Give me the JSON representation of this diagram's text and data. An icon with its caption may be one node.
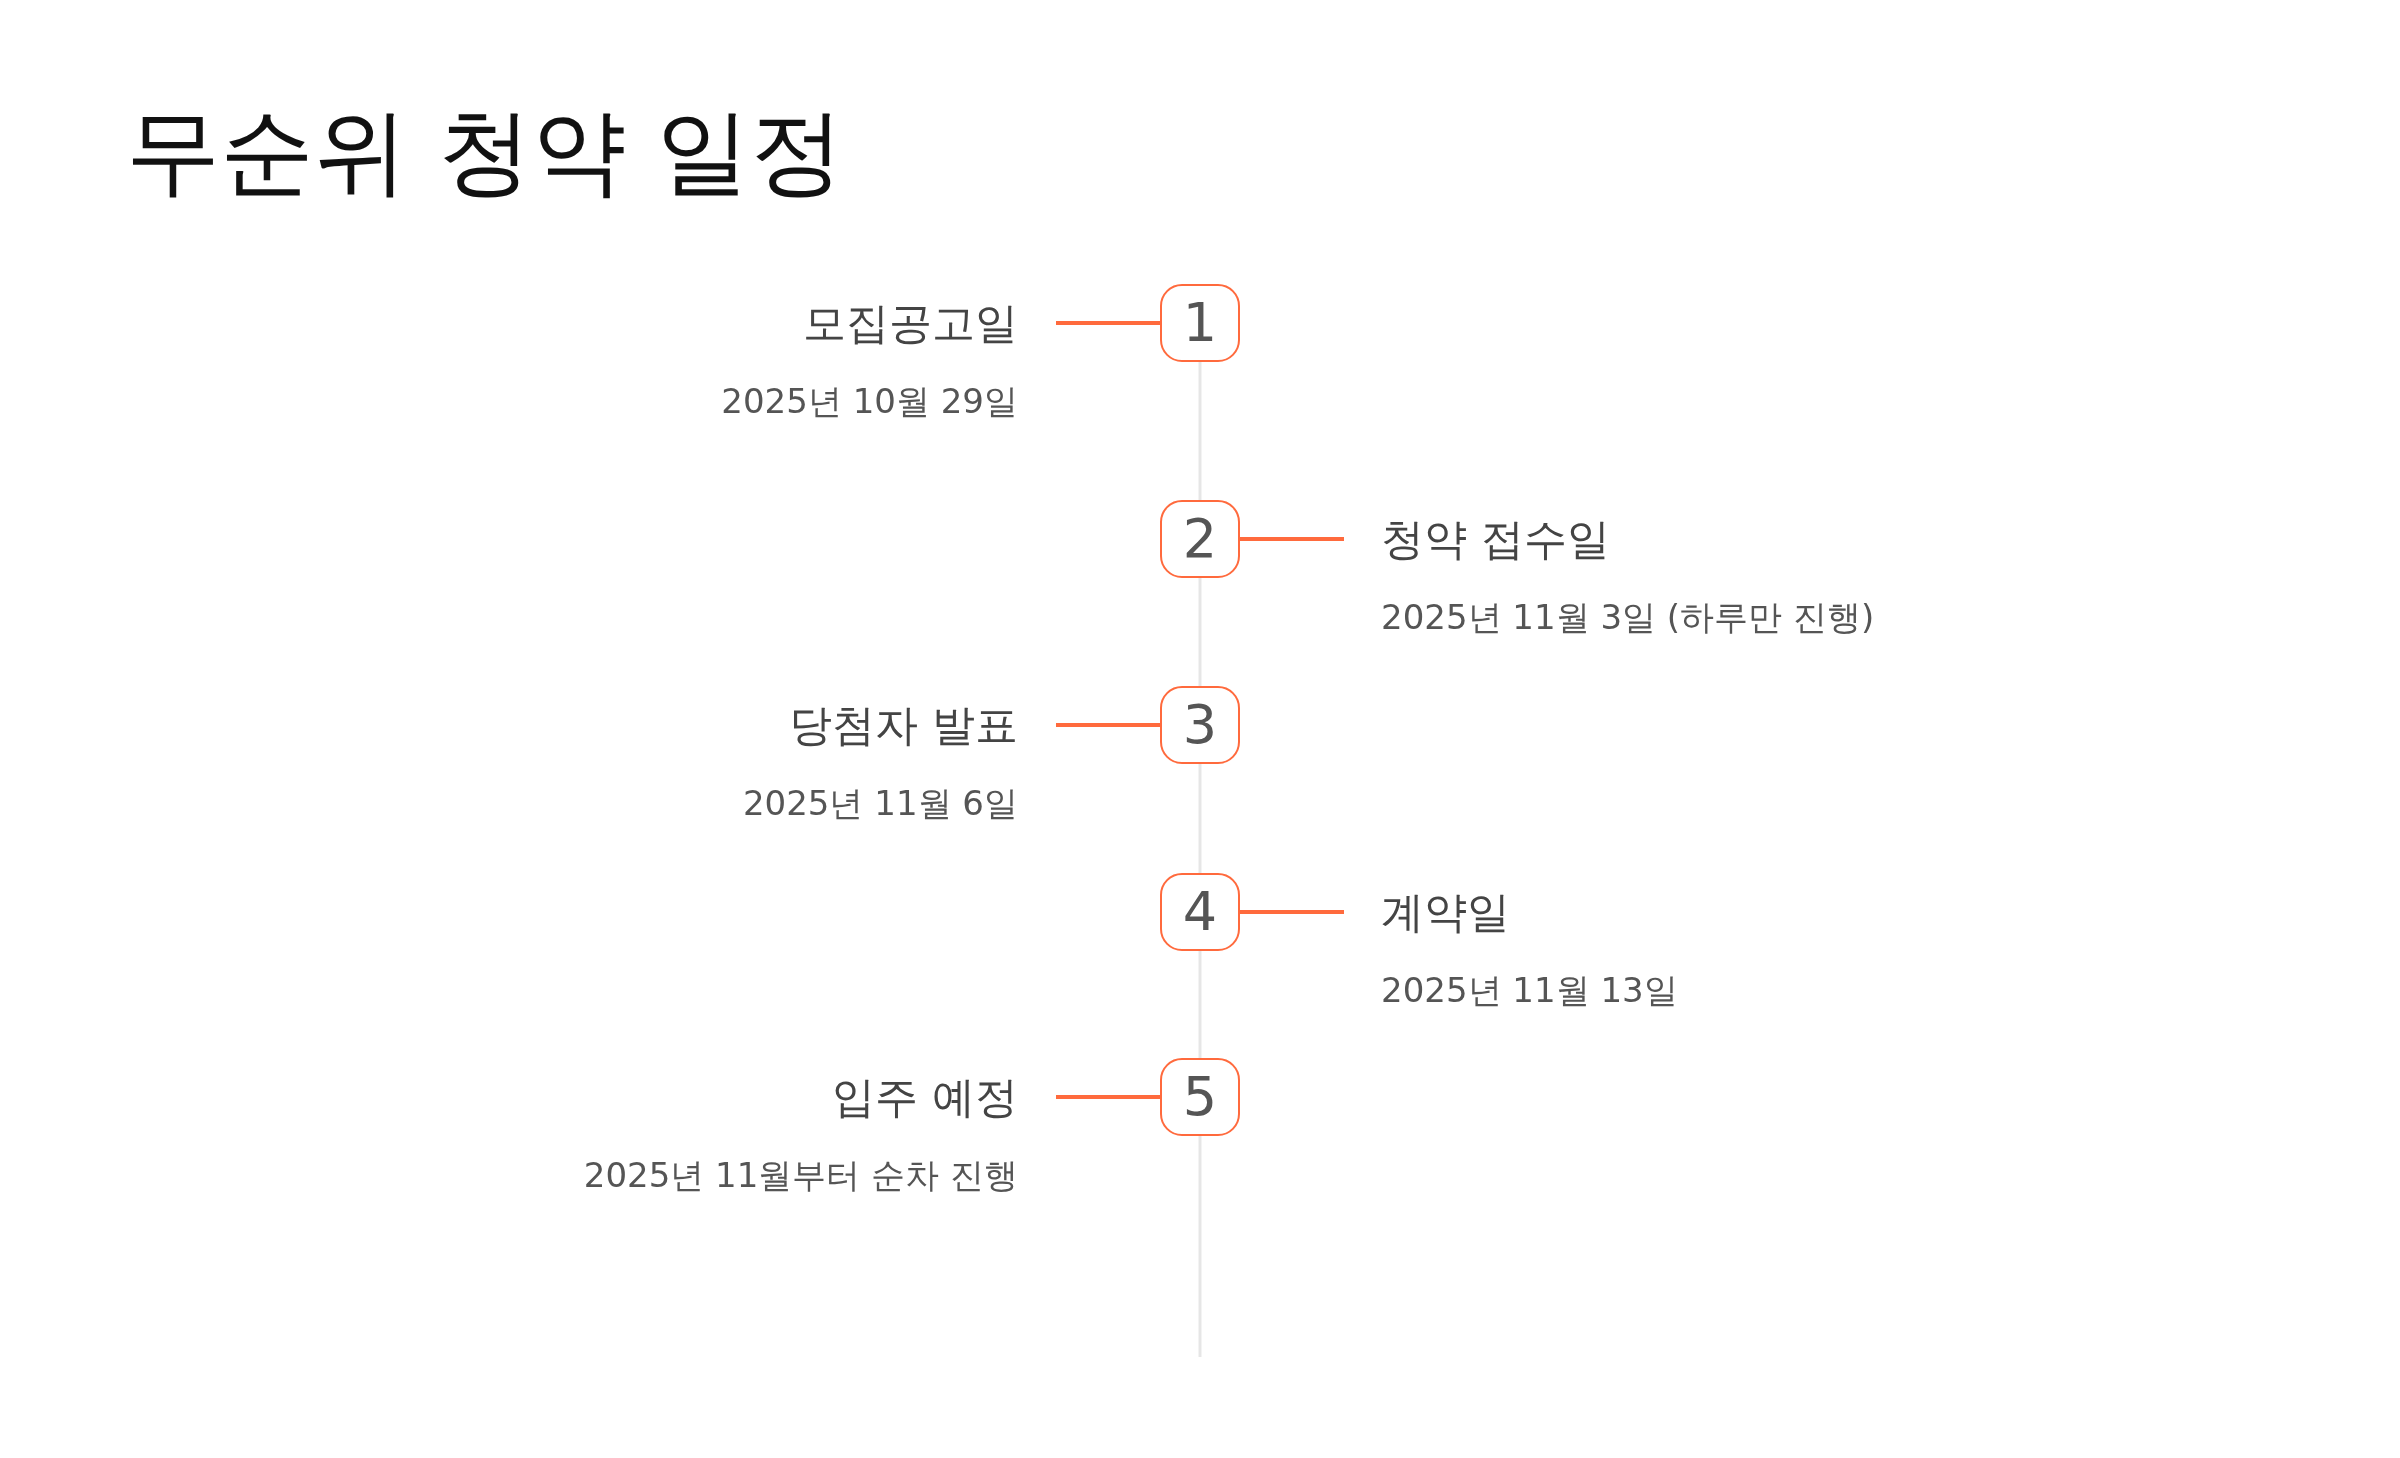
{
  "diagram": {
    "title": "무순위 청약 일정",
    "nodes": [
      {
        "text": [
          "모집공고일",
          "2025년 10월 29일"
        ]
      },
      {
        "text": [
          "1"
        ]
      },
      {
        "text": [
          "2"
        ]
      },
      {
        "text": [
          "청약 접수일",
          "2025년 11월 3일 (하루만 진행)"
        ]
      },
      {
        "text": [
          "당첨자 발표",
          "2025년 11월 6일"
        ]
      },
      {
        "text": [
          "3"
        ]
      },
      {
        "text": [
          "4"
        ]
      },
      {
        "text": [
          "계약일",
          "2025년 11월 13일"
        ]
      },
      {
        "text": [
          "입주 예정",
          "2025년 11월부터 순차 진행"
        ]
      },
      {
        "text": [
          "5"
        ]
      }
    ],
    "edges": [
      {
        "from": 0,
        "to": 1,
        "arrow": "none"
      },
      {
        "from": 2,
        "to": 3,
        "arrow": "none"
      },
      {
        "from": 4,
        "to": 5,
        "arrow": "none"
      },
      {
        "from": 6,
        "to": 7,
        "arrow": "none"
      },
      {
        "from": 8,
        "to": 9,
        "arrow": "none"
      },
      {
        "from": 1,
        "to": 2,
        "arrow": "none",
        "color": "#e6e6e6"
      },
      {
        "from": 2,
        "to": 5,
        "arrow": "none",
        "color": "#e6e6e6"
      },
      {
        "from": 5,
        "to": 6,
        "arrow": "none",
        "color": "#e6e6e6"
      },
      {
        "from": 6,
        "to": 9,
        "arrow": "none",
        "color": "#e6e6e6"
      }
    ]
  }
}
